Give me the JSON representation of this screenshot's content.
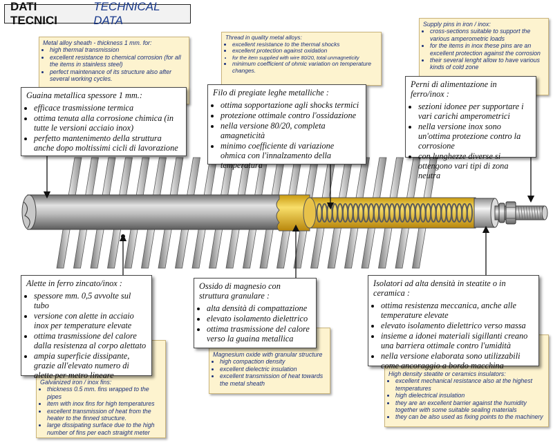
{
  "title": {
    "italian": "DATI TECNICI",
    "english": "TECHNICAL DATA"
  },
  "notes": {
    "sheath": {
      "head": "Metal alloy sheath - thickness 1 mm. for:",
      "items": [
        "high thermal transmission",
        "excellent resistance to chemical corrosion (for all the items in stainless steel)",
        "perfect maintenance of its structure also after several working cycles."
      ]
    },
    "thread": {
      "head": "Thread in quality metal alloys:",
      "items": [
        "excellent resistance to the thermal shocks",
        "excellent protection against oxidation",
        "for the item supplied with wire 80/20, total unmagneticity",
        "minimum coefficient of ohmic variation on temperature changes."
      ]
    },
    "pins": {
      "head": "Supply pins in iron / inox:",
      "items": [
        "cross-sections suitable to support the various amperometric loads",
        "for the items in inox these pins are an excellent protection against the corrosion",
        "their several lenght allow to have various kinds of cold zone"
      ]
    },
    "fins": {
      "head": "Galvanized iron / inox fins:",
      "items": [
        "thickness 0.5 mm. fins wrapped to the pipes",
        "item with inox fins for high temperatures",
        "excellent transmission of heat from the heater to the finned structure.",
        "large dissipating surface due to the high number of fins per each straight meter"
      ]
    },
    "magnesium": {
      "head": "Magnesium oxide with granular structure",
      "items": [
        "high compaction density",
        "excellent dielectric insulation",
        "excellent transmission of heat towards the metal sheath"
      ]
    },
    "insulators": {
      "head": "High density steatite or ceramics insulators:",
      "items": [
        "excellent mechanical resistance also at the highest temperatures",
        "high dielectrical insulation",
        "they are an excellent barrier against the humidity together with some suitable sealing materials",
        "they can be also used as fixing points to the machinery"
      ]
    }
  },
  "cards": {
    "sheath": {
      "head": "Guaina metallica spessore 1 mm.:",
      "items": [
        "efficace trasmissione termica",
        "ottima tenuta alla corrosione chimica (in tutte le versioni acciaio inox)",
        "perfetto mantenimento della struttura anche dopo moltissimi cicli di lavorazione"
      ]
    },
    "thread": {
      "head": "Filo di pregiate leghe metalliche :",
      "items": [
        "ottima sopportazione agli shocks termici",
        "protezione ottimale contro l'ossidazione",
        "nella versione 80/20, completa amagneticità",
        "minimo coefficiente di variazione ohmica con l'innalzamento della temperatura"
      ]
    },
    "pins": {
      "head": "Perni di alimentazione in ferro/inox :",
      "items": [
        "sezioni idonee per supportare i vari carichi amperometrici",
        "nella versione inox sono un'ottima protezione contro la corrosione",
        "con lunghezze diverse si ottengono vari tipi di zona neutra"
      ]
    },
    "fins": {
      "head": "Alette in ferro zincato/inox :",
      "items": [
        "spessore mm. 0,5 avvolte sul tubo",
        "versione con alette in acciaio inox per temperature elevate",
        "ottima trasmissione del calore dalla resistenza al corpo alettato",
        "ampia superficie dissipante, grazie all'elevato numero di alette per metro lineare"
      ]
    },
    "magnesium": {
      "head": "Ossido di magnesio con struttura granulare :",
      "items": [
        "alta densità di compattazione",
        "elevato isolamento dielettrico",
        "ottima trasmissione del calore verso la guaina metallica"
      ]
    },
    "insulators": {
      "head": "Isolatori ad alta densità in steatite o in ceramica :",
      "items": [
        "ottima resistenza meccanica, anche alle temperature elevate",
        "elevato isolamento dielettrico verso massa",
        "insieme a idonei materiali sigillanti creano una barriera ottimale contro l'umidità",
        "nella versione elaborata sono utilizzabili come ancoraggio a bordo macchina"
      ]
    }
  },
  "colors": {
    "note_bg": "#fdf3cf",
    "note_text": "#1a2f7a",
    "magnesium": "#f0c832",
    "sheath": "#b8b8b8"
  }
}
